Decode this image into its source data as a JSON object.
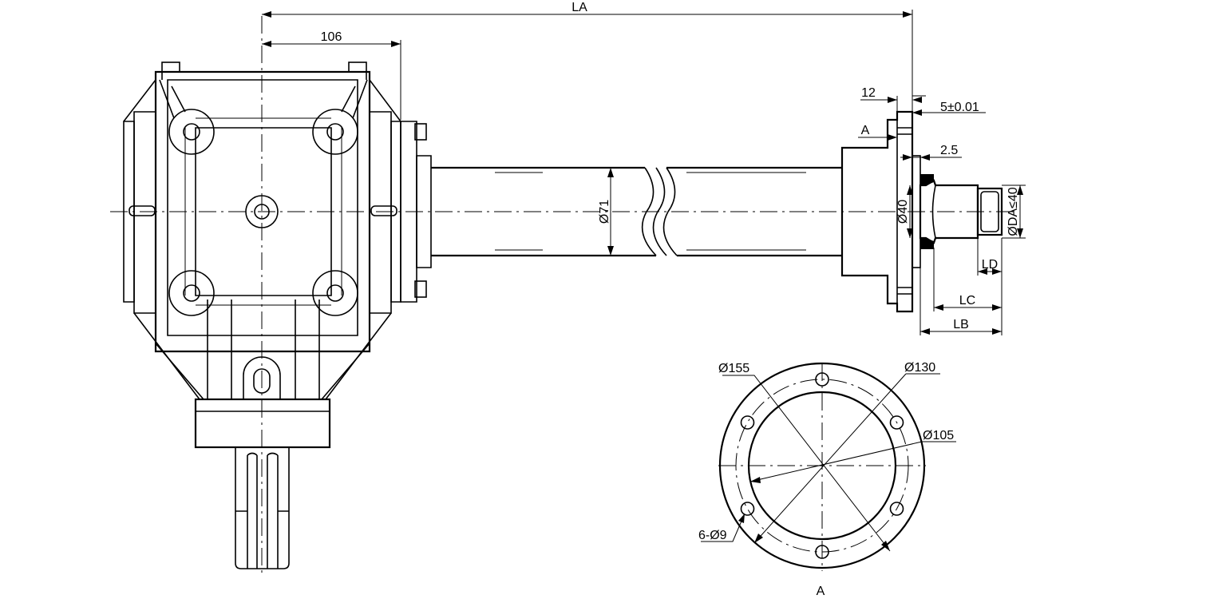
{
  "dimensions": {
    "la": "LA",
    "d106": "106",
    "d12": "12",
    "tol": "5±0.01",
    "view_ref": "A",
    "d25": "2.5",
    "d71": "Ø71",
    "d40": "Ø40",
    "da": "ØDA≤40",
    "ld": "LD",
    "lc": "LC",
    "lb": "LB"
  },
  "flange_view": {
    "d155": "Ø155",
    "d130": "Ø130",
    "d105": "Ø105",
    "holes": "6-Ø9",
    "label": "A"
  },
  "colors": {
    "line": "#000000",
    "background": "#ffffff"
  }
}
